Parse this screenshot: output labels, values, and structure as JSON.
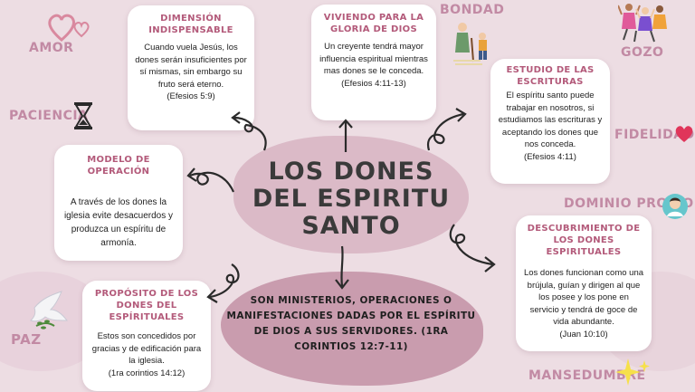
{
  "title": "LOS DONES DEL ESPIRITU SANTO",
  "center_text": "SON MINISTERIOS, OPERACIONES O MANIFESTACIONES DADAS POR EL ESPÍRITU DE DIOS A SUS SERVIDORES. (1RA CORINTIOS 12:7-11)",
  "cards": {
    "dimension": {
      "title": "DIMENSIÓN INDISPENSABLE",
      "body": "Cuando vuela Jesús, los dones serán insuficientes por sí mismas, sin embargo su fruto será eterno.",
      "ref": "(Efesios 5:9)"
    },
    "viviendo": {
      "title": "VIVIENDO PARA LA GLORIA DE DIOS",
      "body": "Un creyente tendrá mayor influencia espiritual mientras mas dones se le conceda.",
      "ref": "(Efesios 4:11-13)"
    },
    "estudio": {
      "title": "ESTUDIO DE LAS ESCRITURAS",
      "body": "El espíritu santo puede trabajar en nosotros, si estudiamos las escrituras y aceptando los dones que nos conceda.",
      "ref": "(Efesios 4:11)"
    },
    "modelo": {
      "title": "MODELO DE OPERACIÓN",
      "body": "A través de los dones la iglesia evite desacuerdos y produzca un espíritu de armonía."
    },
    "descubrimiento": {
      "title": "DESCUBRIMIENTO DE LOS DONES ESPIRITUALES",
      "body": "Los dones funcionan como una brújula, guían y dirigen al que los posee y los pone en servicio y tendrá de goce de vida abundante.",
      "ref": "(Juan 10:10)"
    },
    "proposito": {
      "title": "PROPÓSITO DE LOS DONES DEL ESPÍRITUALES",
      "body": "Estos son concedidos por gracias y de edificación para la iglesia.",
      "ref": "(1ra corintios 14:12)"
    }
  },
  "fruits": {
    "amor": "AMOR",
    "paciencia": "PACIENCIA",
    "paz": "PAZ",
    "bondad": "BONDAD",
    "gozo": "GOZO",
    "fidelidad": "FIDELIDAD",
    "dominio": "DOMINIO PROPIO",
    "mansedumbre": "MANSEDUMBRE"
  },
  "icons": {
    "amor": "hearts-icon",
    "paciencia": "hourglass-icon",
    "paz": "dove-icon",
    "bondad": "elderly-helper-icon",
    "gozo": "jumping-people-icon",
    "fidelidad": "heart-icon",
    "dominio": "person-avatar-icon",
    "mansedumbre": "sparkles-icon"
  },
  "colors": {
    "background": "#eddde3",
    "accent_title": "#b35a7a",
    "fruit_label": "#c28aa4",
    "blob": "#c99cae",
    "heart": "#e0355a"
  }
}
